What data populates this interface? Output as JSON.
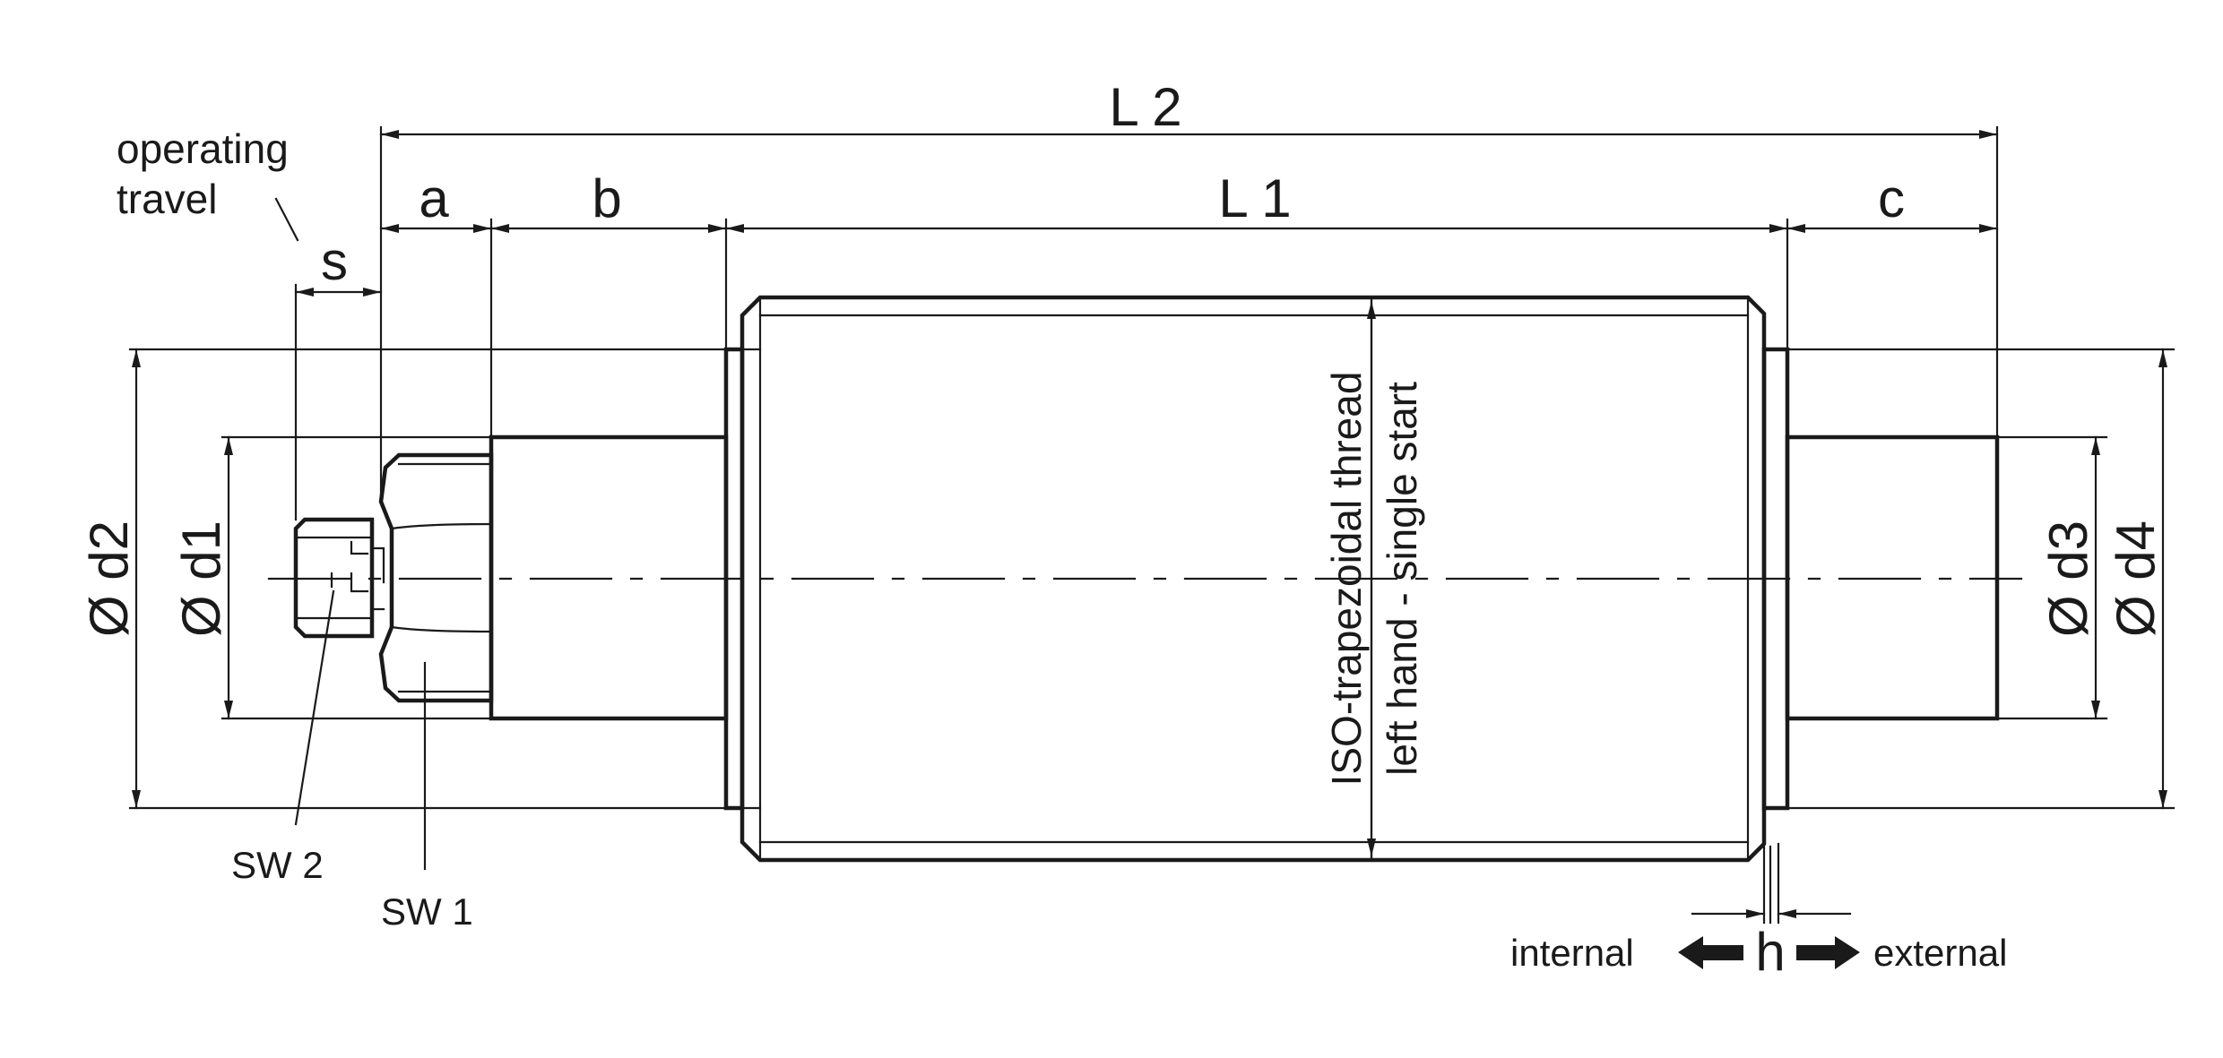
{
  "drawing": {
    "dimensions": {
      "L2": "L 2",
      "L1": "L 1",
      "a": "a",
      "b": "b",
      "c": "c",
      "s": "s",
      "d1": "Ø d1",
      "d2": "Ø d2",
      "d3": "Ø d3",
      "d4": "Ø d4",
      "h": "h"
    },
    "labels": {
      "operating_travel_line1": "operating",
      "operating_travel_line2": "travel",
      "thread_line1": "ISO-trapezoidal thread",
      "thread_line2": "left hand - single start",
      "sw1": "SW 1",
      "sw2": "SW 2",
      "internal": "internal",
      "external": "external"
    }
  }
}
